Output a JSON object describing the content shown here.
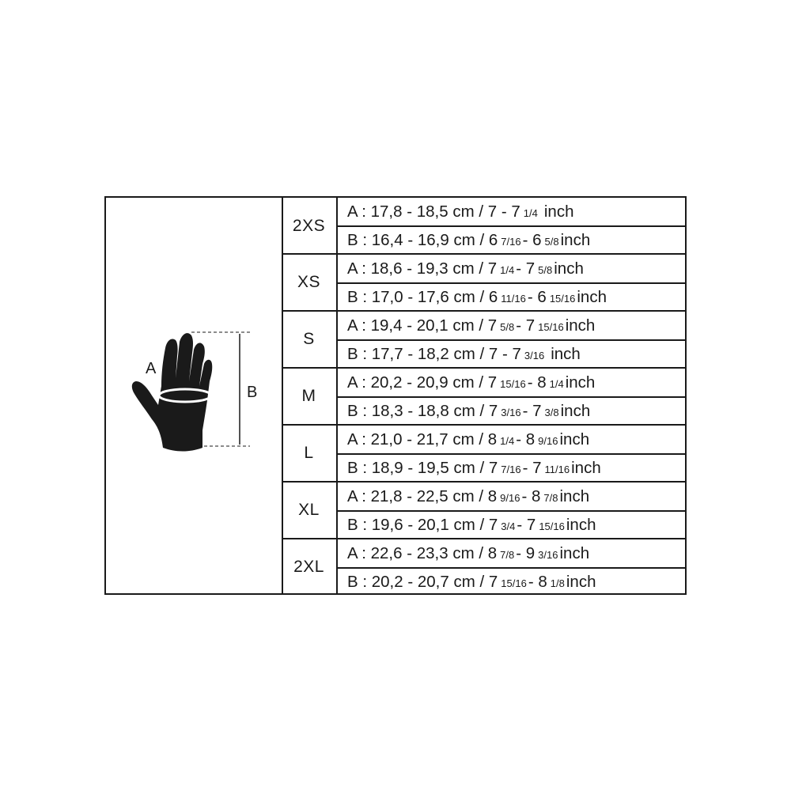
{
  "illustration": {
    "label_a": "A",
    "label_b": "B"
  },
  "sizes": [
    {
      "size": "2XS",
      "a": {
        "p1": "A : 17,8 - 18,5 cm / 7 - 7",
        "f1": "1/4",
        "p2": "",
        "f2": "",
        "p3": "inch"
      },
      "b": {
        "p1": "B : 16,4 - 16,9 cm / 6",
        "f1": "7/16",
        "p2": "- 6",
        "f2": "5/8",
        "p3": "inch"
      }
    },
    {
      "size": "XS",
      "a": {
        "p1": "A : 18,6 - 19,3 cm / 7",
        "f1": "1/4",
        "p2": "- 7",
        "f2": "5/8",
        "p3": "inch"
      },
      "b": {
        "p1": "B : 17,0 - 17,6 cm / 6",
        "f1": "11/16",
        "p2": "- 6",
        "f2": "15/16",
        "p3": "inch"
      }
    },
    {
      "size": "S",
      "a": {
        "p1": "A : 19,4 - 20,1 cm / 7",
        "f1": "5/8",
        "p2": "- 7",
        "f2": "15/16",
        "p3": "inch"
      },
      "b": {
        "p1": "B : 17,7 - 18,2 cm / 7 - 7",
        "f1": "3/16",
        "p2": "",
        "f2": "",
        "p3": "inch"
      }
    },
    {
      "size": "M",
      "a": {
        "p1": "A : 20,2 - 20,9 cm / 7",
        "f1": "15/16",
        "p2": "- 8",
        "f2": "1/4",
        "p3": "inch"
      },
      "b": {
        "p1": "B : 18,3 - 18,8 cm / 7",
        "f1": "3/16",
        "p2": "- 7",
        "f2": "3/8",
        "p3": "inch"
      }
    },
    {
      "size": "L",
      "a": {
        "p1": "A : 21,0 - 21,7 cm / 8",
        "f1": "1/4",
        "p2": "- 8",
        "f2": "9/16",
        "p3": "inch"
      },
      "b": {
        "p1": "B : 18,9 - 19,5 cm / 7",
        "f1": "7/16",
        "p2": "- 7",
        "f2": "11/16",
        "p3": "inch"
      }
    },
    {
      "size": "XL",
      "a": {
        "p1": "A : 21,8 - 22,5 cm / 8",
        "f1": "9/16",
        "p2": "- 8",
        "f2": "7/8",
        "p3": "inch"
      },
      "b": {
        "p1": "B : 19,6 - 20,1 cm / 7",
        "f1": "3/4",
        "p2": "- 7",
        "f2": "15/16",
        "p3": "inch"
      }
    },
    {
      "size": "2XL",
      "a": {
        "p1": "A : 22,6 - 23,3 cm / 8",
        "f1": "7/8",
        "p2": "- 9",
        "f2": "3/16",
        "p3": "inch"
      },
      "b": {
        "p1": "B : 20,2 - 20,7 cm / 7",
        "f1": "15/16",
        "p2": "- 8",
        "f2": "1/8",
        "p3": "inch"
      }
    }
  ]
}
